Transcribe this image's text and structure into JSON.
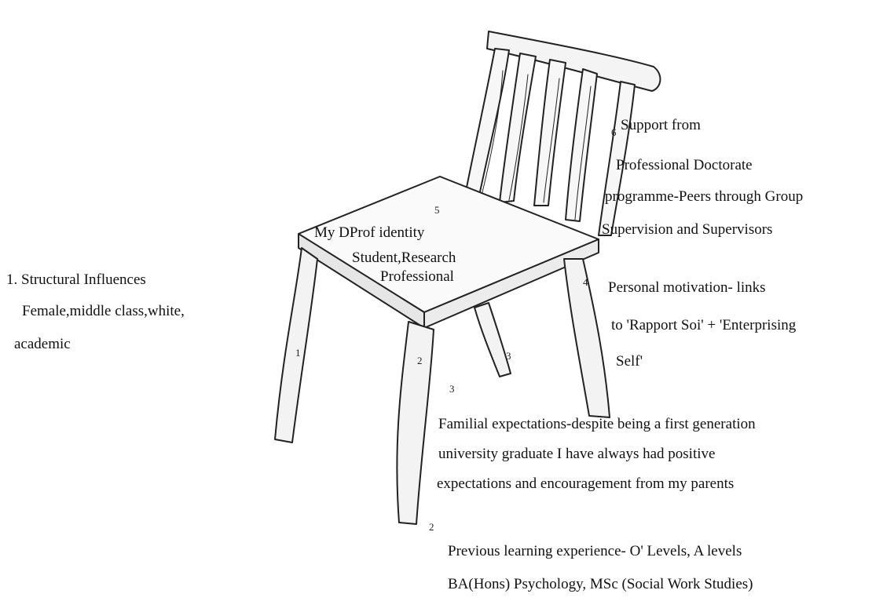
{
  "diagram": {
    "structural": {
      "heading": "1. Structural Influences",
      "detail_line1": "Female,middle class,white,",
      "detail_line2": "academic"
    },
    "identity": {
      "number": "5",
      "title": "My DProf identity",
      "line2": "Student,Research",
      "line3": "Professional"
    },
    "support": {
      "number": "6",
      "line1": "Support from",
      "line2": "Professional Doctorate",
      "line3": "programme-Peers through Group",
      "line4": "Supervision and Supervisors"
    },
    "motivation": {
      "number": "4",
      "line1": "Personal  motivation- links",
      "line2": "to 'Rapport Soi' + 'Enterprising",
      "line3": "Self'"
    },
    "familial": {
      "line1": "Familial expectations-despite being a first generation",
      "line2": "university graduate I have always had positive",
      "line3": "expectations and encouragement from my parents"
    },
    "learning": {
      "line1": "Previous learning experience- O' Levels, A levels",
      "line2": "BA(Hons) Psychology, MSc (Social Work Studies)"
    },
    "leg_numbers": {
      "leg1": "1",
      "leg2_top": "2",
      "leg2_bottom": "2",
      "leg3_back": "3",
      "leg3_front": "3"
    }
  }
}
